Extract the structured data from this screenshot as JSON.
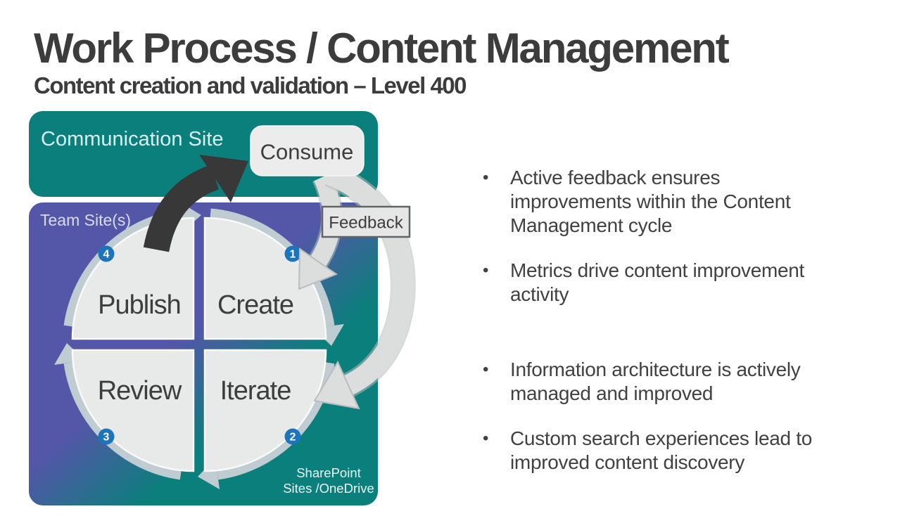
{
  "slide": {
    "title": "Work Process / Content Management",
    "subtitle": "Content creation and validation – Level 400"
  },
  "diagram": {
    "communication_site": {
      "label": "Communication Site"
    },
    "consume_label": "Consume",
    "feedback_label": "Feedback",
    "team_sites": {
      "label": "Team Site(s)",
      "footer_lines": [
        "SharePoint",
        "Sites /OneDrive"
      ]
    },
    "cycle_steps": [
      {
        "number": "1",
        "label": "Create"
      },
      {
        "number": "2",
        "label": "Iterate"
      },
      {
        "number": "3",
        "label": "Review"
      },
      {
        "number": "4",
        "label": "Publish"
      }
    ],
    "colors": {
      "communication_site_teal": "#0b7f7c",
      "team_site_purple": "#5456a8",
      "badge_blue": "#1b75bc",
      "ring_gray": "#bfccd1",
      "arrow_dark": "#383838",
      "panel_gray": "#ececec"
    }
  },
  "bullets": {
    "group1": [
      "Active feedback ensures\nimprovements within the Content\nManagement cycle",
      "Metrics drive content improvement\nactivity"
    ],
    "group2": [
      "Information architecture is actively\nmanaged and improved",
      "Custom search experiences lead to\nimproved content discovery"
    ]
  }
}
